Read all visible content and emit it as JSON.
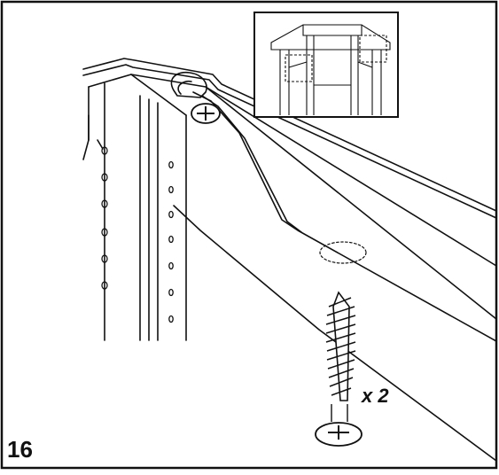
{
  "step": {
    "number": "16"
  },
  "callout": {
    "quantity": "x 2"
  },
  "parts": {
    "screw_icon": "pan-head-wood-screw-icon",
    "count": 2
  }
}
